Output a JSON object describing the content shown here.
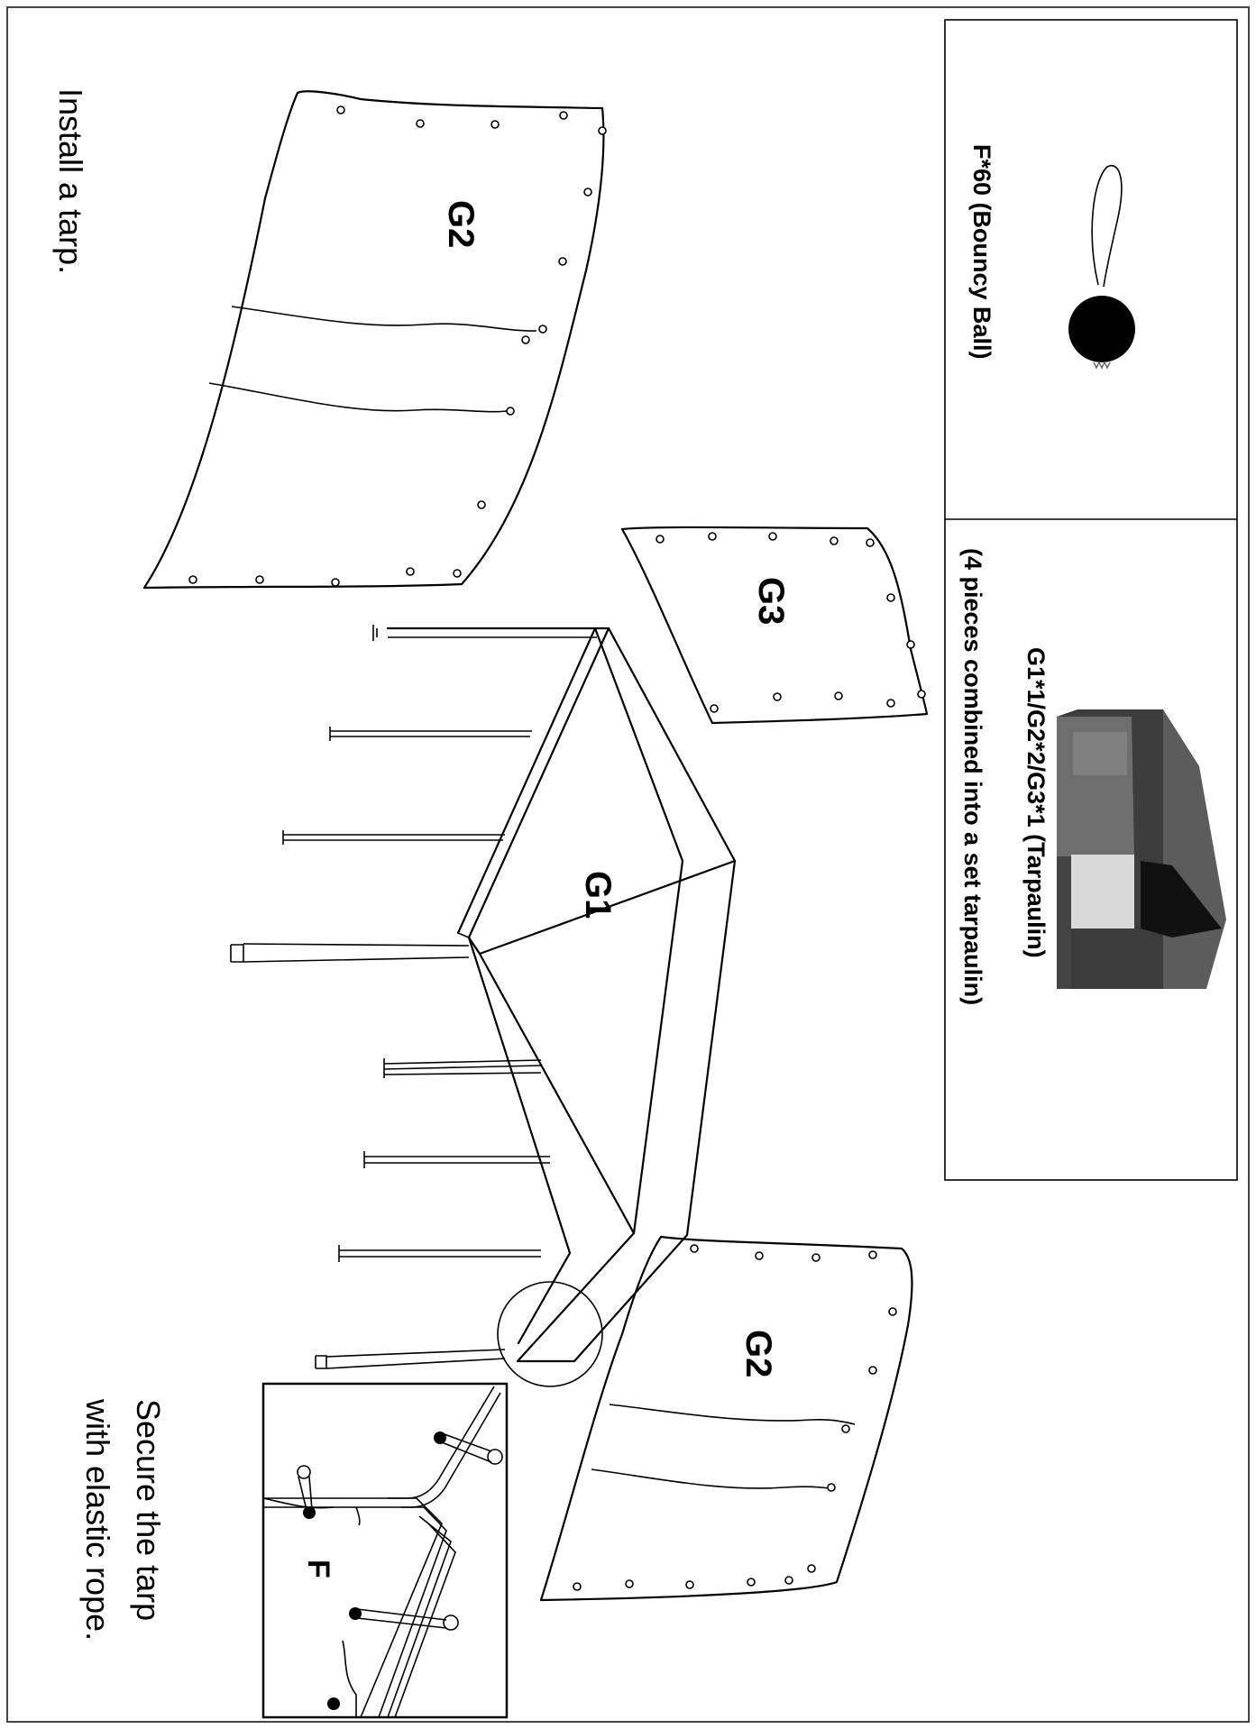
{
  "labels": {
    "install_tarp": "Install a tarp.",
    "secure_line1": "Secure the tarp",
    "secure_line2": "with elastic rope.",
    "part_f": "F*60 (Bouncy Ball)",
    "part_g_line1": "G1*1/G2*2/G3*1 (Tarpaulin)",
    "part_g_line2": "(4 pieces combined into a set tarpaulin)",
    "g1": "G1",
    "g2": "G2",
    "g3": "G3",
    "f": "F"
  },
  "colors": {
    "line": "#000000",
    "background": "#ffffff",
    "tarp_dark": "#4a4a4a",
    "tarp_mid": "#6e6e6e",
    "tarp_light": "#d9d9d9"
  }
}
